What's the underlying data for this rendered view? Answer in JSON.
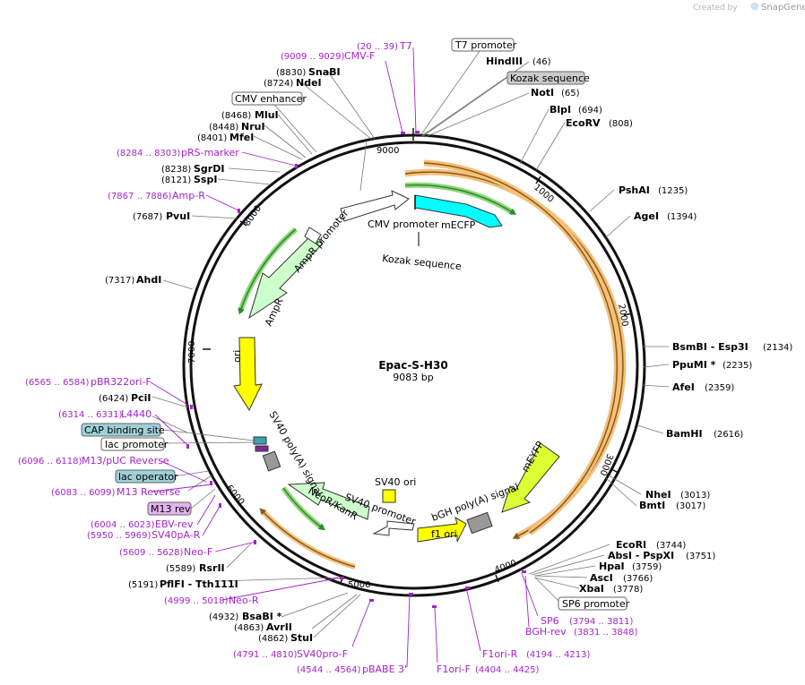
{
  "credit": {
    "prefix": "Created by",
    "brand": "SnapGene"
  },
  "plasmid": {
    "name": "Epac-S-H30",
    "size_label": "9083 bp"
  },
  "ticks": [
    "9000",
    "1000",
    "2000",
    "3000",
    "4000",
    "5000",
    "7000",
    "8000"
  ],
  "enzymes": [
    {
      "name": "HindIII",
      "pos": "(46)"
    },
    {
      "name": "NotI",
      "pos": "(65)"
    },
    {
      "name": "BlpI",
      "pos": "(694)"
    },
    {
      "name": "EcoRV",
      "pos": "(808)"
    },
    {
      "name": "PshAI",
      "pos": "(1235)"
    },
    {
      "name": "AgeI",
      "pos": "(1394)"
    },
    {
      "name": "BsmBI  - Esp3I",
      "pos": "(2134)"
    },
    {
      "name": "PpuMI *",
      "pos": "(2235)"
    },
    {
      "name": "AfeI",
      "pos": "(2359)"
    },
    {
      "name": "BamHI",
      "pos": "(2616)"
    },
    {
      "name": "NheI",
      "pos": "(3013)"
    },
    {
      "name": "BmtI",
      "pos": "(3017)"
    },
    {
      "name": "EcoRI",
      "pos": "(3744)"
    },
    {
      "name": "AbsI  - PspXI",
      "pos": "(3751)"
    },
    {
      "name": "HpaI",
      "pos": "(3759)"
    },
    {
      "name": "AscI",
      "pos": "(3766)"
    },
    {
      "name": "XbaI",
      "pos": "(3778)"
    },
    {
      "name": "SnaBI",
      "pos": "(8830)"
    },
    {
      "name": "NdeI",
      "pos": "(8724)"
    },
    {
      "name": "MluI",
      "pos": "(8468)"
    },
    {
      "name": "NruI",
      "pos": "(8448)"
    },
    {
      "name": "MfeI",
      "pos": "(8401)"
    },
    {
      "name": "SgrDI",
      "pos": "(8238)"
    },
    {
      "name": "SspI",
      "pos": "(8121)"
    },
    {
      "name": "PvuI",
      "pos": "(7687)"
    },
    {
      "name": "AhdI",
      "pos": "(7317)"
    },
    {
      "name": "PciI",
      "pos": "(6424)"
    },
    {
      "name": "RsrII",
      "pos": "(5589)"
    },
    {
      "name": "PflFI  - Tth111I",
      "pos": "(5191)"
    },
    {
      "name": "BsaBI *",
      "pos": "(4932)"
    },
    {
      "name": "AvrII",
      "pos": "(4863)"
    },
    {
      "name": "StuI",
      "pos": "(4862)"
    }
  ],
  "primers": [
    {
      "name": "T7",
      "pos": "(20 .. 39)"
    },
    {
      "name": "CMV-F",
      "pos": "(9009 .. 9029)"
    },
    {
      "name": "pRS-marker",
      "pos": "(8284 .. 8303)"
    },
    {
      "name": "Amp-R",
      "pos": "(7867 .. 7886)"
    },
    {
      "name": "pBR322ori-F",
      "pos": "(6565 .. 6584)"
    },
    {
      "name": "L4440",
      "pos": "(6314 .. 6331)"
    },
    {
      "name": "M13/pUC Reverse",
      "pos": "(6096 .. 6118)"
    },
    {
      "name": "M13 Reverse",
      "pos": "(6083 .. 6099)"
    },
    {
      "name": "EBV-rev",
      "pos": "(6004 .. 6023)"
    },
    {
      "name": "SV40pA-R",
      "pos": "(5950 .. 5969)"
    },
    {
      "name": "Neo-F",
      "pos": "(5609 .. 5628)"
    },
    {
      "name": "Neo-R",
      "pos": "(4999 .. 5018)"
    },
    {
      "name": "SV40pro-F",
      "pos": "(4791 .. 4810)"
    },
    {
      "name": "pBABE 3'",
      "pos": "(4544 .. 4564)"
    },
    {
      "name": "F1ori-F",
      "pos": "(4404 .. 4425)"
    },
    {
      "name": "F1ori-R",
      "pos": "(4194 .. 4213)"
    },
    {
      "name": "SP6",
      "pos": "(3794 .. 3811)"
    },
    {
      "name": "BGH-rev",
      "pos": "(3831 .. 3848)"
    }
  ],
  "boxed_features": [
    {
      "name": "T7 promoter"
    },
    {
      "name": "Kozak sequence"
    },
    {
      "name": "CMV enhancer"
    },
    {
      "name": "CAP binding site"
    },
    {
      "name": "lac promoter"
    },
    {
      "name": "lac operator"
    },
    {
      "name": "M13 rev"
    },
    {
      "name": "SP6 promoter"
    }
  ],
  "inner_features": [
    {
      "name": "CMV promoter"
    },
    {
      "name": "mECFP"
    },
    {
      "name": "Kozak sequence"
    },
    {
      "name": "AmpR promoter"
    },
    {
      "name": "AmpR"
    },
    {
      "name": "ori"
    },
    {
      "name": "SV40 poly(A) signal"
    },
    {
      "name": "NeoR/KanR"
    },
    {
      "name": "SV40 promoter"
    },
    {
      "name": "SV40 ori"
    },
    {
      "name": "f1 ori"
    },
    {
      "name": "bGH poly(A) signal"
    },
    {
      "name": "mEYFP"
    }
  ],
  "colors": {
    "ring": "#111111",
    "primer": "#a323c9",
    "orf_orange": "#f4c07a",
    "orf_green": "#8fd67a",
    "mECFP": "#00ffff",
    "AmpR": "#ccffcc",
    "ori": "#ffff00",
    "NeoR": "#ccffcc",
    "mEYFP": "#ddff33",
    "f1ori": "#ffff00",
    "kozak_box": "#cccccc",
    "cap_box": "#9fd0d8",
    "lacop_box": "#9fd0d8",
    "m13_box": "#e3b3f0"
  }
}
